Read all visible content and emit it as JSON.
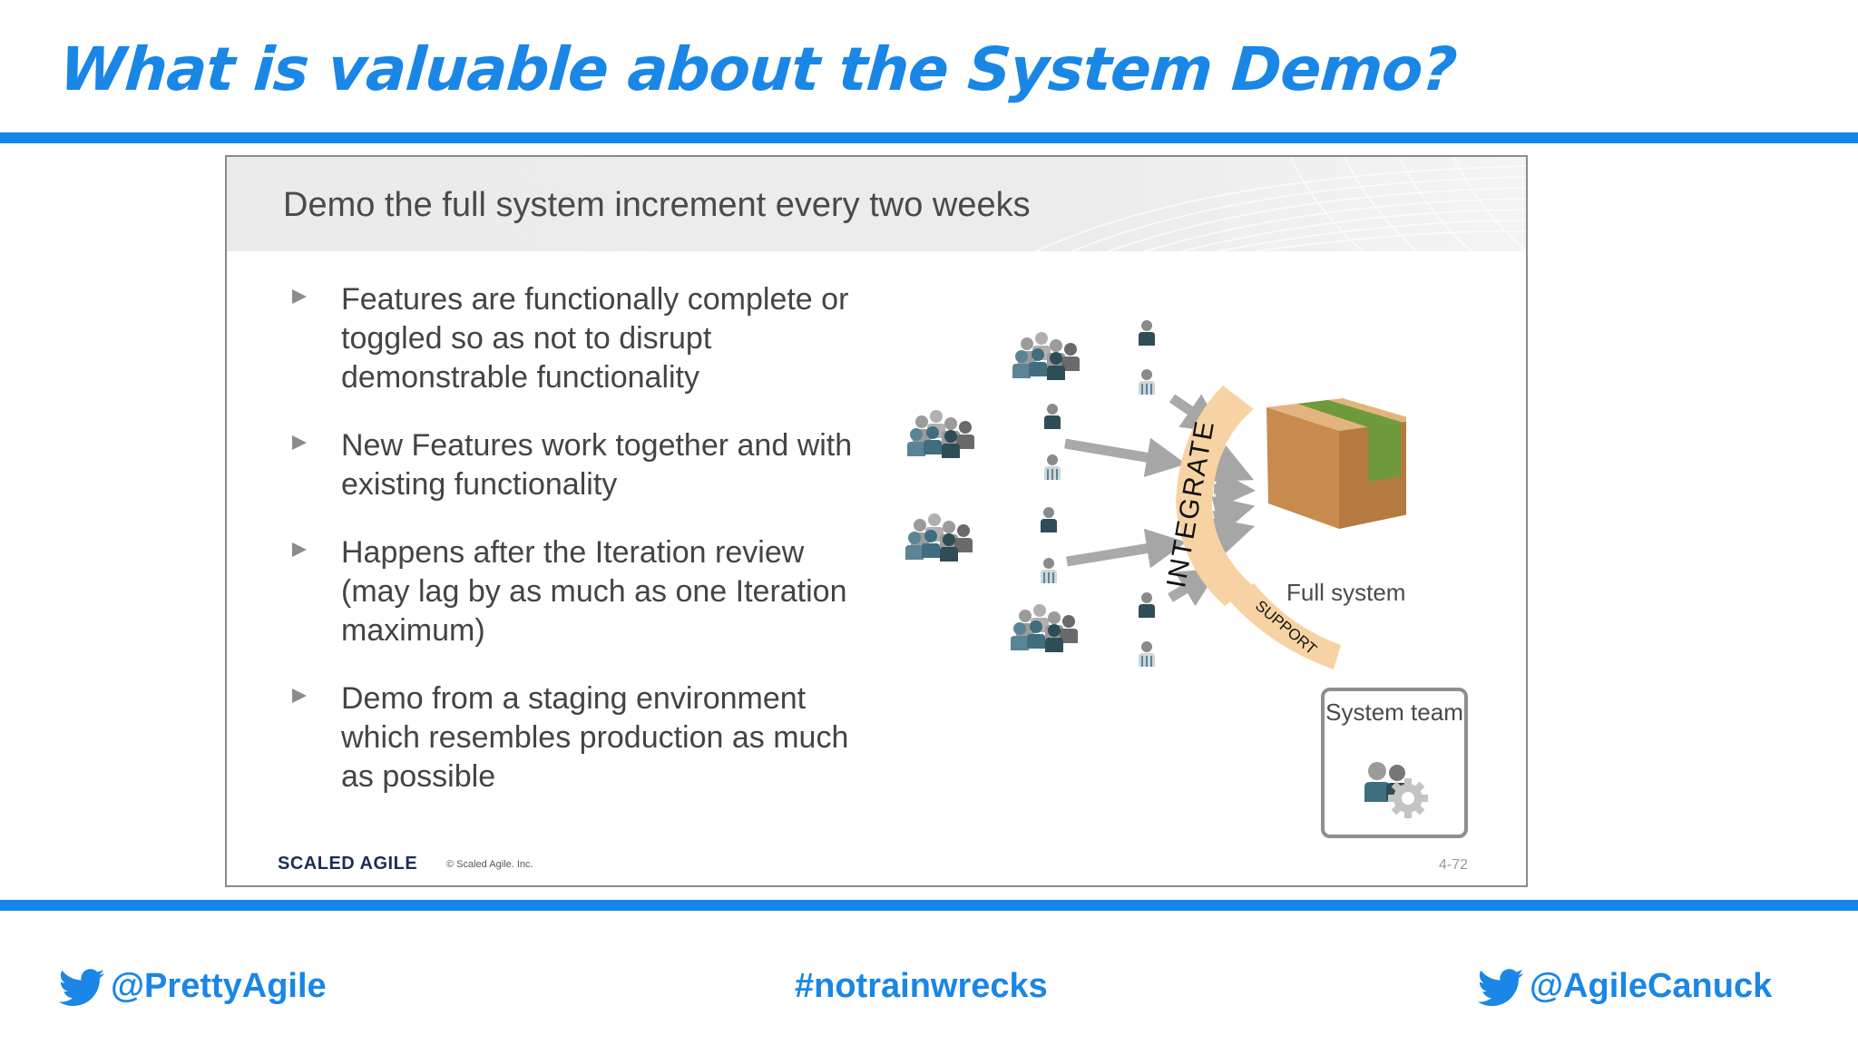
{
  "title": "What is valuable about the System Demo?",
  "slide": {
    "header": "Demo the full system increment every two weeks",
    "bullets": [
      "Features are functionally complete or toggled so as not to disrupt demonstrable functionality",
      "New Features work together and with existing functionality",
      "Happens after the Iteration review (may lag by as much as one Iteration maximum)",
      "Demo from a staging environment which resembles production as much as possible"
    ],
    "diagram": {
      "integrate_label": "INTEGRATE",
      "support_label": "SUPPORT",
      "full_system_label": "Full system",
      "system_team_label": "System team"
    },
    "footer": {
      "logo": "SCALED AGILE",
      "copyright": "© Scaled Agile. Inc.",
      "slide_number": "4-72"
    }
  },
  "footer": {
    "left_handle": "@PrettyAgile",
    "hashtag": "#notrainwrecks",
    "right_handle": "@AgileCanuck"
  },
  "colors": {
    "accent_blue": "#1a86e6",
    "arc_fill": "#f7d3a3",
    "box_brown": "#c68a4e",
    "tape_green": "#6f9a3c"
  }
}
